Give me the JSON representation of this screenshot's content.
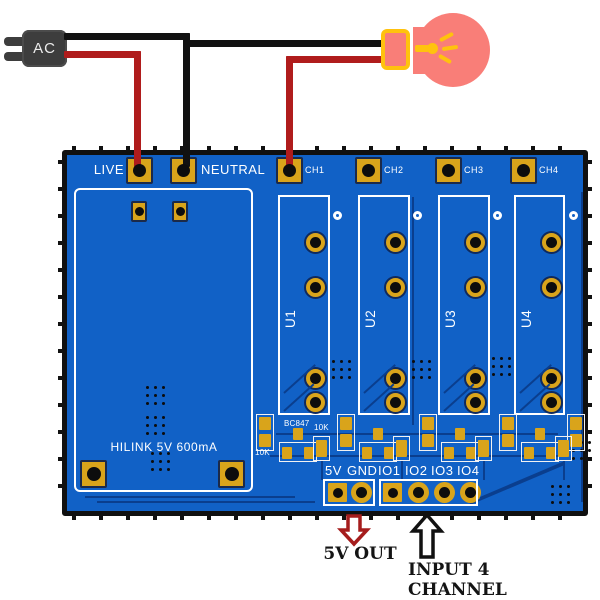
{
  "plug": {
    "label": "AC"
  },
  "bulb": {
    "icon": "light-bulb"
  },
  "board": {
    "live_label": "LIVE",
    "neutral_label": "NEUTRAL",
    "channels": [
      "CH1",
      "CH2",
      "CH3",
      "CH4"
    ],
    "relays": [
      "U1",
      "U2",
      "U3",
      "U4"
    ],
    "module_label": "HILINK 5V 600mA",
    "component_labels": {
      "transistor": "BC847",
      "resistor_mid": "10K",
      "resistor_left": "10K"
    },
    "power_header": {
      "pins": [
        "5V",
        "GND"
      ]
    },
    "io_header": {
      "pins": [
        "IO1",
        "IO2",
        "IO3",
        "IO4"
      ]
    }
  },
  "annotations": {
    "out": "5V OUT",
    "input": "INPUT 4 CHANNEL"
  },
  "colors": {
    "board_blue": "#1161C6",
    "trace_navy": "#0A3E8E",
    "pad_gold": "#D9A41B",
    "silk_white": "#FFFFFF",
    "wire_red": "#B01C1C",
    "wire_black": "#111111",
    "bulb_pink": "#F97E78",
    "bulb_yellow": "#FFC20E",
    "plug_gray": "#3D3D3D",
    "arrow_red": "#A51D1D",
    "arrow_black": "#111111"
  }
}
